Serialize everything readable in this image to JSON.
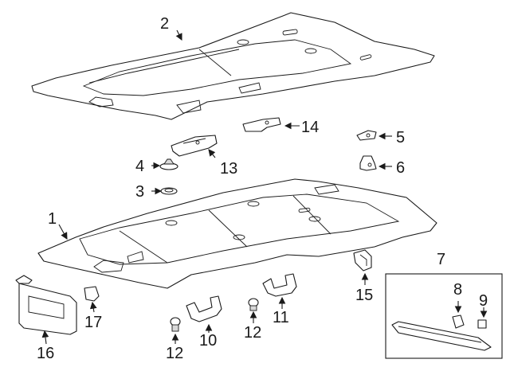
{
  "callouts": {
    "c1": "1",
    "c2": "2",
    "c3": "3",
    "c4": "4",
    "c5": "5",
    "c6": "6",
    "c7": "7",
    "c8": "8",
    "c9": "9",
    "c10": "10",
    "c11": "11",
    "c12a": "12",
    "c12b": "12",
    "c13": "13",
    "c14": "14",
    "c15": "15",
    "c16": "16",
    "c17": "17"
  }
}
